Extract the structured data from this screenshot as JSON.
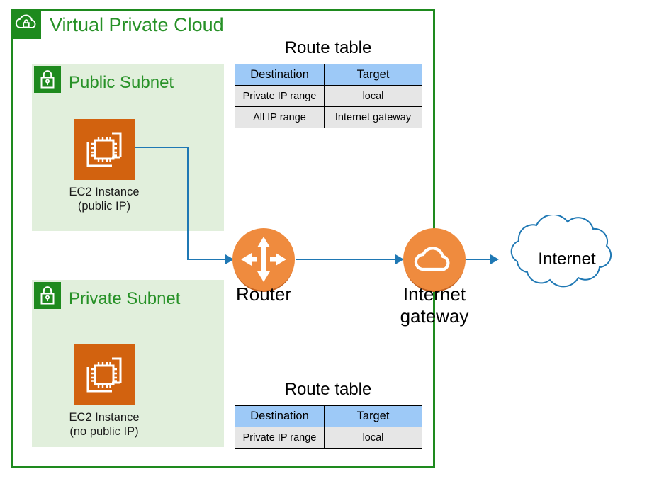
{
  "diagram": {
    "title": "AWS VPC public and private subnet routing diagram",
    "colors": {
      "vpc_green": "#1E8A1E",
      "label_green": "#279127",
      "subnet_fill": "#E1EFDC",
      "ec2_orange": "#D2620F",
      "node_orange": "#EF8B3E",
      "table_header_blue": "#9DC9F7",
      "table_row_gray": "#E6E6E6",
      "connector_blue": "#1F78B4"
    }
  },
  "vpc": {
    "title": "Virtual Private Cloud",
    "icon": "cloud-lock-icon"
  },
  "subnets": [
    {
      "id": "public",
      "title": "Public Subnet",
      "icon": "lock-icon",
      "instance": {
        "icon": "ec2-instance-icon",
        "caption_line1": "EC2 Instance",
        "caption_line2": "(public IP)"
      }
    },
    {
      "id": "private",
      "title": "Private Subnet",
      "icon": "lock-icon",
      "instance": {
        "icon": "ec2-instance-icon",
        "caption_line1": "EC2 Instance",
        "caption_line2": "(no public IP)"
      }
    }
  ],
  "route_tables": [
    {
      "id": "public-route-table",
      "title": "Route table",
      "columns": [
        "Destination",
        "Target"
      ],
      "rows": [
        [
          "Private IP range",
          "local"
        ],
        [
          "All IP range",
          "Internet gateway"
        ]
      ]
    },
    {
      "id": "private-route-table",
      "title": "Route table",
      "columns": [
        "Destination",
        "Target"
      ],
      "rows": [
        [
          "Private IP range",
          "local"
        ]
      ]
    }
  ],
  "nodes": {
    "router": {
      "label": "Router",
      "icon": "router-arrows-icon"
    },
    "internet_gateway": {
      "label_line1": "Internet",
      "label_line2": "gateway",
      "icon": "cloud-icon"
    },
    "internet": {
      "label": "Internet",
      "icon": "cloud-outline-icon"
    }
  }
}
